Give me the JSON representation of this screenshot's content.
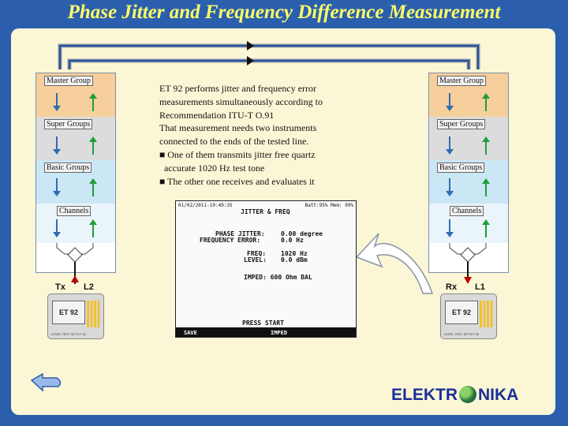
{
  "title": "Phase Jitter and Frequency Difference Measurement",
  "left_stack": {
    "layers": [
      "Master Group",
      "Super Groups",
      "Basic Groups",
      "Channels"
    ],
    "tx_label": "Tx",
    "line_label": "L2"
  },
  "right_stack": {
    "layers": [
      "Master Group",
      "Super Groups",
      "Basic Groups",
      "Channels"
    ],
    "rx_label": "Rx",
    "line_label": "L1"
  },
  "description": {
    "lines": [
      "ET 92 performs jitter and frequency error",
      "measurements simultaneously according to",
      "Recommendation ITU-T O.91",
      "That measurement needs two instruments",
      "connected to the ends of the tested line.",
      "■ One of them transmits jitter free quartz",
      "  accurate 1020 Hz test tone",
      "■ The other one receives and evaluates it"
    ]
  },
  "screen": {
    "datetime": "01/02/2011-10:49:35",
    "battery": "Batt:95% Mem: 99%",
    "heading": "JITTER & FREQ",
    "phase_jitter_label": "PHASE JITTER:",
    "phase_jitter_value": "0.00 degree",
    "freq_error_label": "FREQUENCY ERROR:",
    "freq_error_value": "0.0 Hz",
    "freq_label": "FREQ:",
    "freq_value": "1020 Hz",
    "level_label": "LEVEL:",
    "level_value": "0.0 dBm",
    "imped_text": "IMPED: 600 Ohm BAL",
    "press_start": "PRESS START",
    "softkey_save": "SAVE",
    "softkey_imped": "IMPED"
  },
  "instrument": {
    "model": "ET 92",
    "footer": "LEVEL  TEST  SET    ET 92"
  },
  "logo": {
    "before": "ELEKTR",
    "after": "NIKA"
  },
  "colors": {
    "band_master": "#f6cf9c",
    "band_super": "#dcdcdc",
    "band_basic": "#cbe6f4",
    "band_channels": "#eaf4fb",
    "arrow_down": "#2f6bb3",
    "arrow_up": "#1f9e3a",
    "wire": "#1f4f9a",
    "title": "#ffff66"
  },
  "icons": [
    "back-arrow-icon",
    "globe-icon",
    "curved-arrow-icon"
  ]
}
